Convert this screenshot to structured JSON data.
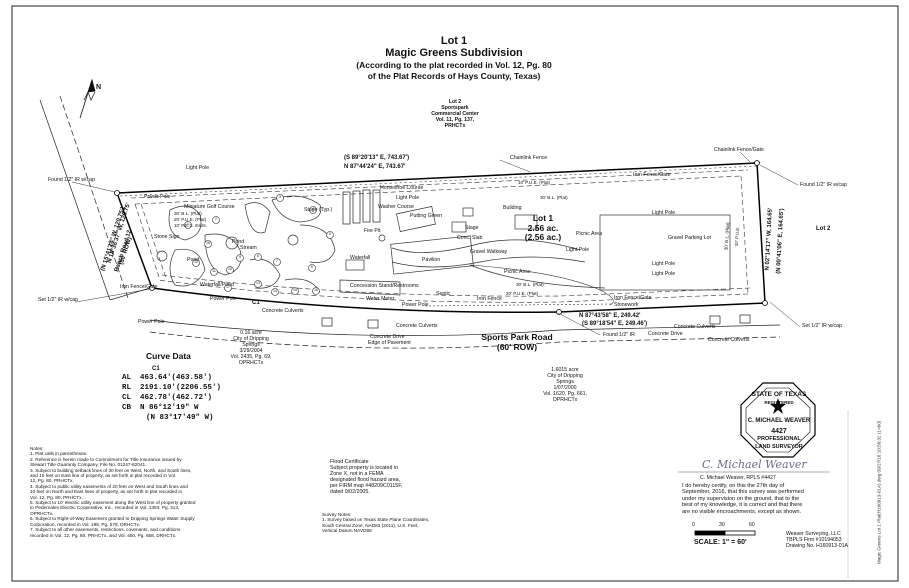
{
  "title": {
    "line1": "Lot 1",
    "line2": "Magic Greens Subdivision",
    "line3": "(According to the plat recorded in Vol. 12, Pg. 80",
    "line4": "of the Plat Records of Hays County, Texas)"
  },
  "north_label": "N",
  "lot2_top": {
    "line1": "Lot 2",
    "line2": "Sportspark",
    "line3": "Commercial Center",
    "line4": "Vol. 11, Pg. 137,",
    "line5": "PRHCTx"
  },
  "bearings": {
    "top_record": "(S 89°20'13\" E, 743.67')",
    "top_measured": "N 87°44'24\" E, 743.67'",
    "bottom_measured": "N 87°43'58\" E, 249.42'",
    "bottom_record": "(S 89°18'54\" E, 249.46')",
    "left_measured": "N 18°36'37\" W, 120.75'",
    "left_record": "(N 15°41'14\" W, 120.75')",
    "right_measured": "N 02°14'17\" W, 164.65'",
    "right_record": "(N 00°41'06\" E, 164.65')"
  },
  "site_labels": {
    "chainlink_fence": "Chainlink Fence",
    "chainlink_fence_gate": "Chainlink Fence/Gate",
    "iron_fence_gate_top": "Iron Fence/Gate",
    "found_ir_left": "Found 1/2\" IR w/cap",
    "found_ir_right": "Found 1/2\" IR w/cap",
    "found_ir_bottom": "Found 1/2\" IR",
    "set_ir_left": "Set 1/2\" IR w/cap",
    "set_ir_right": "Set 1/2\" IR w/cap",
    "light_pole": "Light Pole",
    "power_pole": "Power Pole",
    "horseshoe_course": "Horseshoe Course",
    "washer_course": "Washer Course",
    "putting_green": "Putting Green",
    "building": "Building",
    "stage": "Stage",
    "stage_typ": "Stage (Typ.)",
    "conc_slab": "Conc. Slab",
    "fire_pit": "Fire Pit",
    "pavilion": "Pavilion",
    "gravel_walkway": "Gravel Walkway",
    "picnic_area1": "Picnic Area",
    "picnic_area2": "Picnic Area",
    "gravel_parking": "Gravel Parking Lot",
    "waterfall": "Waterfall",
    "concession": "Concession Stand/Restrooms",
    "septic": "Septic",
    "water_meter": "Water Meter",
    "iron_fence": "Iron Fence",
    "iron_fence_gate_bottom": "Iron Fence/Gate",
    "stonework": "Stonework",
    "mini_golf": "Miniature Golf Course",
    "stone_sign": "Stone Sign",
    "pond1": "Pond",
    "pond2": "Pond",
    "stream": "Stream",
    "waterfall_pond": "Waterfall/Pond",
    "iron_fence_gate_left": "Iron Fence/Gate",
    "bl_30_a": "30' B.L. (Plat)",
    "pue_20_a": "20' P.U.E. (Plat)",
    "pec_10": "10' P.E.C. Esmt.",
    "pue_10_top": "10' P.U.E. (Plat)",
    "bl_30_top": "30' B.L. (Plat)",
    "bl_30_bottom": "30' B.L. (Plat)",
    "pue_20_bottom": "20' P.U.E. (Plat)",
    "bl_right": "30' B.L. (Plat)",
    "pue_right": "10' P.U.E.",
    "concrete_culverts1": "Concrete Culverts",
    "concrete_culverts2": "Concrete Culverts",
    "concrete_culverts3": "Concrete Culverts",
    "concrete_culverts4": "Concrete Culverts",
    "concrete_drive1": "Concrete Drive",
    "concrete_drive2": "Concrete Drive",
    "edge_pavement": "Edge of Pavement",
    "c1": "C1",
    "lot2_right": "Lot 2"
  },
  "lot1": {
    "label": "Lot 1",
    "area": "2.56 ac.",
    "area_record": "(2.56 ac.)"
  },
  "ranch_road": {
    "line1": "Ranch Road 12",
    "line2": "(80' ROW)"
  },
  "sports_park_road": {
    "line1": "Sports Park Road",
    "line2": "(60' ROW)"
  },
  "tract_016": {
    "line1": "0.16 acre",
    "line2": "City of Dripping",
    "line3": "Springs",
    "line4": "3/29/2004",
    "line5": "Vol. 2435, Pg. 69,",
    "line6": "OPRHCTx"
  },
  "tract_16015": {
    "line1": "1.6015 acre",
    "line2": "City of Dripping",
    "line3": "Springs",
    "line4": "1/07/2000",
    "line5": "Vol. 1620, Pg. 661,",
    "line6": "OPRHCTx"
  },
  "curve_data": {
    "title": "Curve Data",
    "curve": "C1",
    "al_label": "AL",
    "al": "463.64'(463.58')",
    "rl_label": "RL",
    "rl": "2191.10'(2206.55')",
    "cl_label": "CL",
    "cl": "462.78'(462.72')",
    "cb_label": "CB",
    "cb": "N 86°12'19\" W",
    "cb_record": "(N 83°17'49\" W)"
  },
  "notes": [
    "Notes:",
    "1. Plat calls in parentheses.",
    "2. Reference is herein made to Commitment for Title Insurance issued by",
    "   Stewart Title Guaranty Company, File No. 01247-82041.",
    "3. Subject to building setback lines of 30 feet on West, North, and South lines,",
    "   and 10 feet on East line of property, as set forth in plat recorded in Vol.",
    "   12, Pg. 80, PRHCTx.",
    "4. Subject to public utility easements of 20 feet on West and South lines and",
    "   10 feet on North and East lines of property, as set forth in plat recorded in",
    "   Vol. 12, Pg. 80, PRHCTx.",
    "5. Subject to 10' electric utility easement along the West line of property granted",
    "   to Pedernales Electric Cooperative, Inc., recorded in Vol. 1393, Pg. 313,",
    "   OPRHCTx.",
    "6. Subject to Right-of-Way Easement granted to Dripping Springs Water Supply",
    "   Corporation, recorded in Vol. 199, Pg. 578, DRHCTx.",
    "7. Subject to all other easements, restrictions, covenants, and conditions",
    "   recorded in Vol. 12, Pg. 80, PRHCTx, and Vol. 400, Pg. 658, DRHCTx."
  ],
  "flood": [
    "Flood Certificate",
    "Subject property is located in",
    "Zone X, not in a FEMA",
    "designated flood hazard area,",
    "per FIRM map #48209C0115F,",
    "dated 9/02/2005."
  ],
  "survey_notes": [
    "Survey Notes:",
    "1. Survey based on Texas State Plane Coordinates,",
    "   South Central Zone, NAD83 (2011), U.S. Feet,",
    "   Vertical Datum NAVD88"
  ],
  "seal": {
    "top": "STATE OF TEXAS",
    "sub": "REGISTERED",
    "name": "C. MICHAEL WEAVER",
    "number": "4427",
    "prof": "PROFESSIONAL",
    "bottom": "LAND SURVEYOR"
  },
  "signature_text": "C. Michael Weaver",
  "certification": {
    "name": "C. Michael Weaver, RPLS #4427",
    "lines": [
      "I do hereby certify, on this the 27th day of",
      "September, 2016, that this survey was performed",
      "under my supervision on the ground, that to the",
      "best of my knowledge, it is correct and that there",
      "are no visible encroachments, except as shown."
    ]
  },
  "scale": {
    "ticks": [
      "0",
      "30",
      "60"
    ],
    "label": "SCALE:  1\" = 60'"
  },
  "firm": {
    "line1": "Weaver Surveying, LLC",
    "line2": "TBPLS Firm #10194053",
    "line3": "Drawing No. H160913-01A"
  },
  "side_caption": "Magic Greens Lot 1 Plat(H160913-01A).dwg 09/27/16 10:58:32 (1=60)",
  "hole_numbers": [
    "1",
    "2",
    "3",
    "4",
    "5",
    "6",
    "7",
    "8",
    "9",
    "10",
    "11",
    "12",
    "13",
    "14",
    "15",
    "16",
    "17",
    "18"
  ]
}
